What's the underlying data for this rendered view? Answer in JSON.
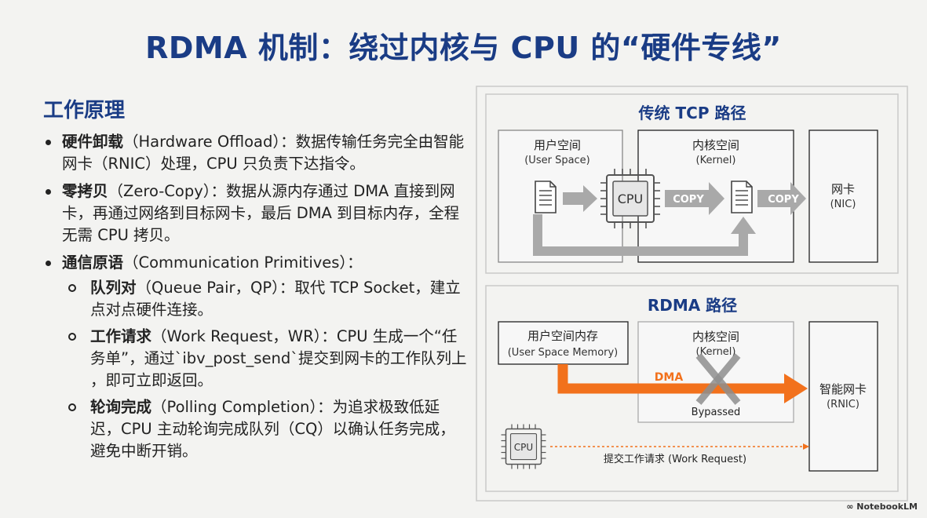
{
  "title": "RDMA 机制：绕过内核与 CPU 的“硬件专线”",
  "section_title": "工作原理",
  "bullets": [
    {
      "term": "硬件卸载",
      "text": "（Hardware Offload）：数据传输任务完全由智能网卡（RNIC）处理，CPU 只负责下达指令。"
    },
    {
      "term": "零拷贝",
      "text": "（Zero-Copy）：数据从源内存通过 DMA 直接到网卡，再通过网络到目标网卡，最后 DMA 到目标内存，全程无需 CPU 拷贝。"
    },
    {
      "term": "通信原语",
      "text": "（Communication Primitives）："
    }
  ],
  "sub_bullets": [
    {
      "term": "队列对",
      "text": "（Queue Pair，QP）：取代 TCP Socket，建立点对点硬件连接。"
    },
    {
      "term": "工作请求",
      "text": "（Work Request，WR）：CPU 生成一个“任务单”，通过`ibv_post_send`提交到网卡的工作队列上 ，即可立即返回。"
    },
    {
      "term": "轮询完成",
      "text": "（Polling Completion）：为追求极致低延迟，CPU 主动轮询完成队列（CQ）以确认任务完成，避免中断开销。"
    }
  ],
  "diagram": {
    "tcp": {
      "title": "传统 TCP 路径",
      "user_space": "用户空间",
      "user_space_en": "(User Space)",
      "kernel": "内核空间",
      "kernel_en": "(Kernel)",
      "nic": "网卡",
      "nic_en": "(NIC)",
      "cpu": "CPU",
      "copy1": "COPY",
      "copy2": "COPY"
    },
    "rdma": {
      "title": "RDMA 路径",
      "user_mem": "用户空间内存",
      "user_mem_en": "(User Space Memory)",
      "kernel": "内核空间",
      "kernel_en": "(Kernel)",
      "dma": "DMA",
      "bypassed": "Bypassed",
      "rnic": "智能网卡",
      "rnic_en": "(RNIC)",
      "cpu": "CPU",
      "work_request": "提交工作请求 (Work Request)"
    }
  },
  "footer": "NotebookLM",
  "colors": {
    "title": "#1a3c85",
    "dma": "#f2711c",
    "gray": "#a3a3a3"
  }
}
